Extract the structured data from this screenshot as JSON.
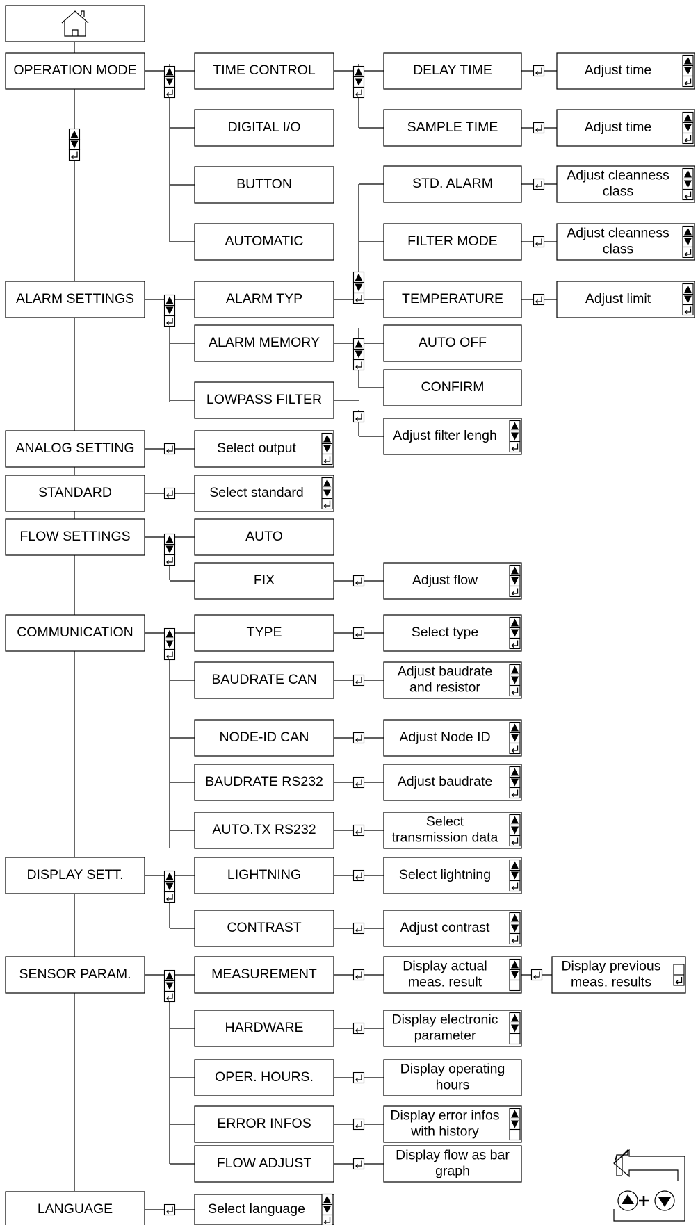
{
  "main_menu": [
    "OPERATION  MODE",
    "ALARM SETTINGS",
    "ANALOG SETTING",
    "STANDARD",
    "FLOW SETTINGS",
    "COMMUNICATION",
    "DISPLAY SETT.",
    "SENSOR PARAM.",
    "LANGUAGE"
  ],
  "operation_mode": {
    "items": [
      "TIME CONTROL",
      "DIGITAL I/O",
      "BUTTON",
      "AUTOMATIC"
    ],
    "time_control": [
      "DELAY TIME",
      "SAMPLE TIME"
    ],
    "time_adjust": [
      "Adjust time",
      "Adjust time"
    ]
  },
  "alarm_settings": {
    "items": [
      "ALARM TYP",
      "ALARM MEMORY",
      "LOWPASS FILTER"
    ],
    "alarm_typ": [
      "STD. ALARM",
      "FILTER MODE",
      "TEMPERATURE"
    ],
    "alarm_typ_adjust": [
      "Adjust cleanness\nclass",
      "Adjust cleanness\nclass",
      "Adjust limit"
    ],
    "alarm_memory": [
      "AUTO  OFF",
      "CONFIRM"
    ],
    "lowpass_adjust": "Adjust filter lengh"
  },
  "analog_setting": {
    "select": "Select output"
  },
  "standard": {
    "select": "Select standard"
  },
  "flow_settings": {
    "items": [
      "AUTO",
      "FIX"
    ],
    "fix_adjust": "Adjust flow"
  },
  "communication": {
    "items": [
      "TYPE",
      "BAUDRATE  CAN",
      "NODE-ID CAN",
      "BAUDRATE  RS232",
      "AUTO.TX  RS232"
    ],
    "adjust": [
      "Select type",
      "Adjust baudrate\nand resistor",
      "Adjust Node ID",
      "Adjust baudrate",
      "Select\ntransmission data"
    ]
  },
  "display_sett": {
    "items": [
      "LIGHTNING",
      "CONTRAST"
    ],
    "adjust": [
      "Select lightning",
      "Adjust contrast"
    ]
  },
  "sensor_param": {
    "items": [
      "MEASUREMENT",
      "HARDWARE",
      "OPER.  HOURS.",
      "ERROR  INFOS",
      "FLOW ADJUST"
    ],
    "display": [
      "Display actual\nmeas. result",
      "Display electronic\nparameter",
      "Display operating\nhours",
      "Display error infos\nwith history",
      "Display flow as bar\ngraph"
    ],
    "previous": "Display previous\nmeas. results"
  },
  "language": {
    "select": "Select language"
  },
  "icons": [
    "home-icon",
    "up-down-enter-icon",
    "enter-icon",
    "back-arrow-icon",
    "up-plus-down-icon"
  ]
}
